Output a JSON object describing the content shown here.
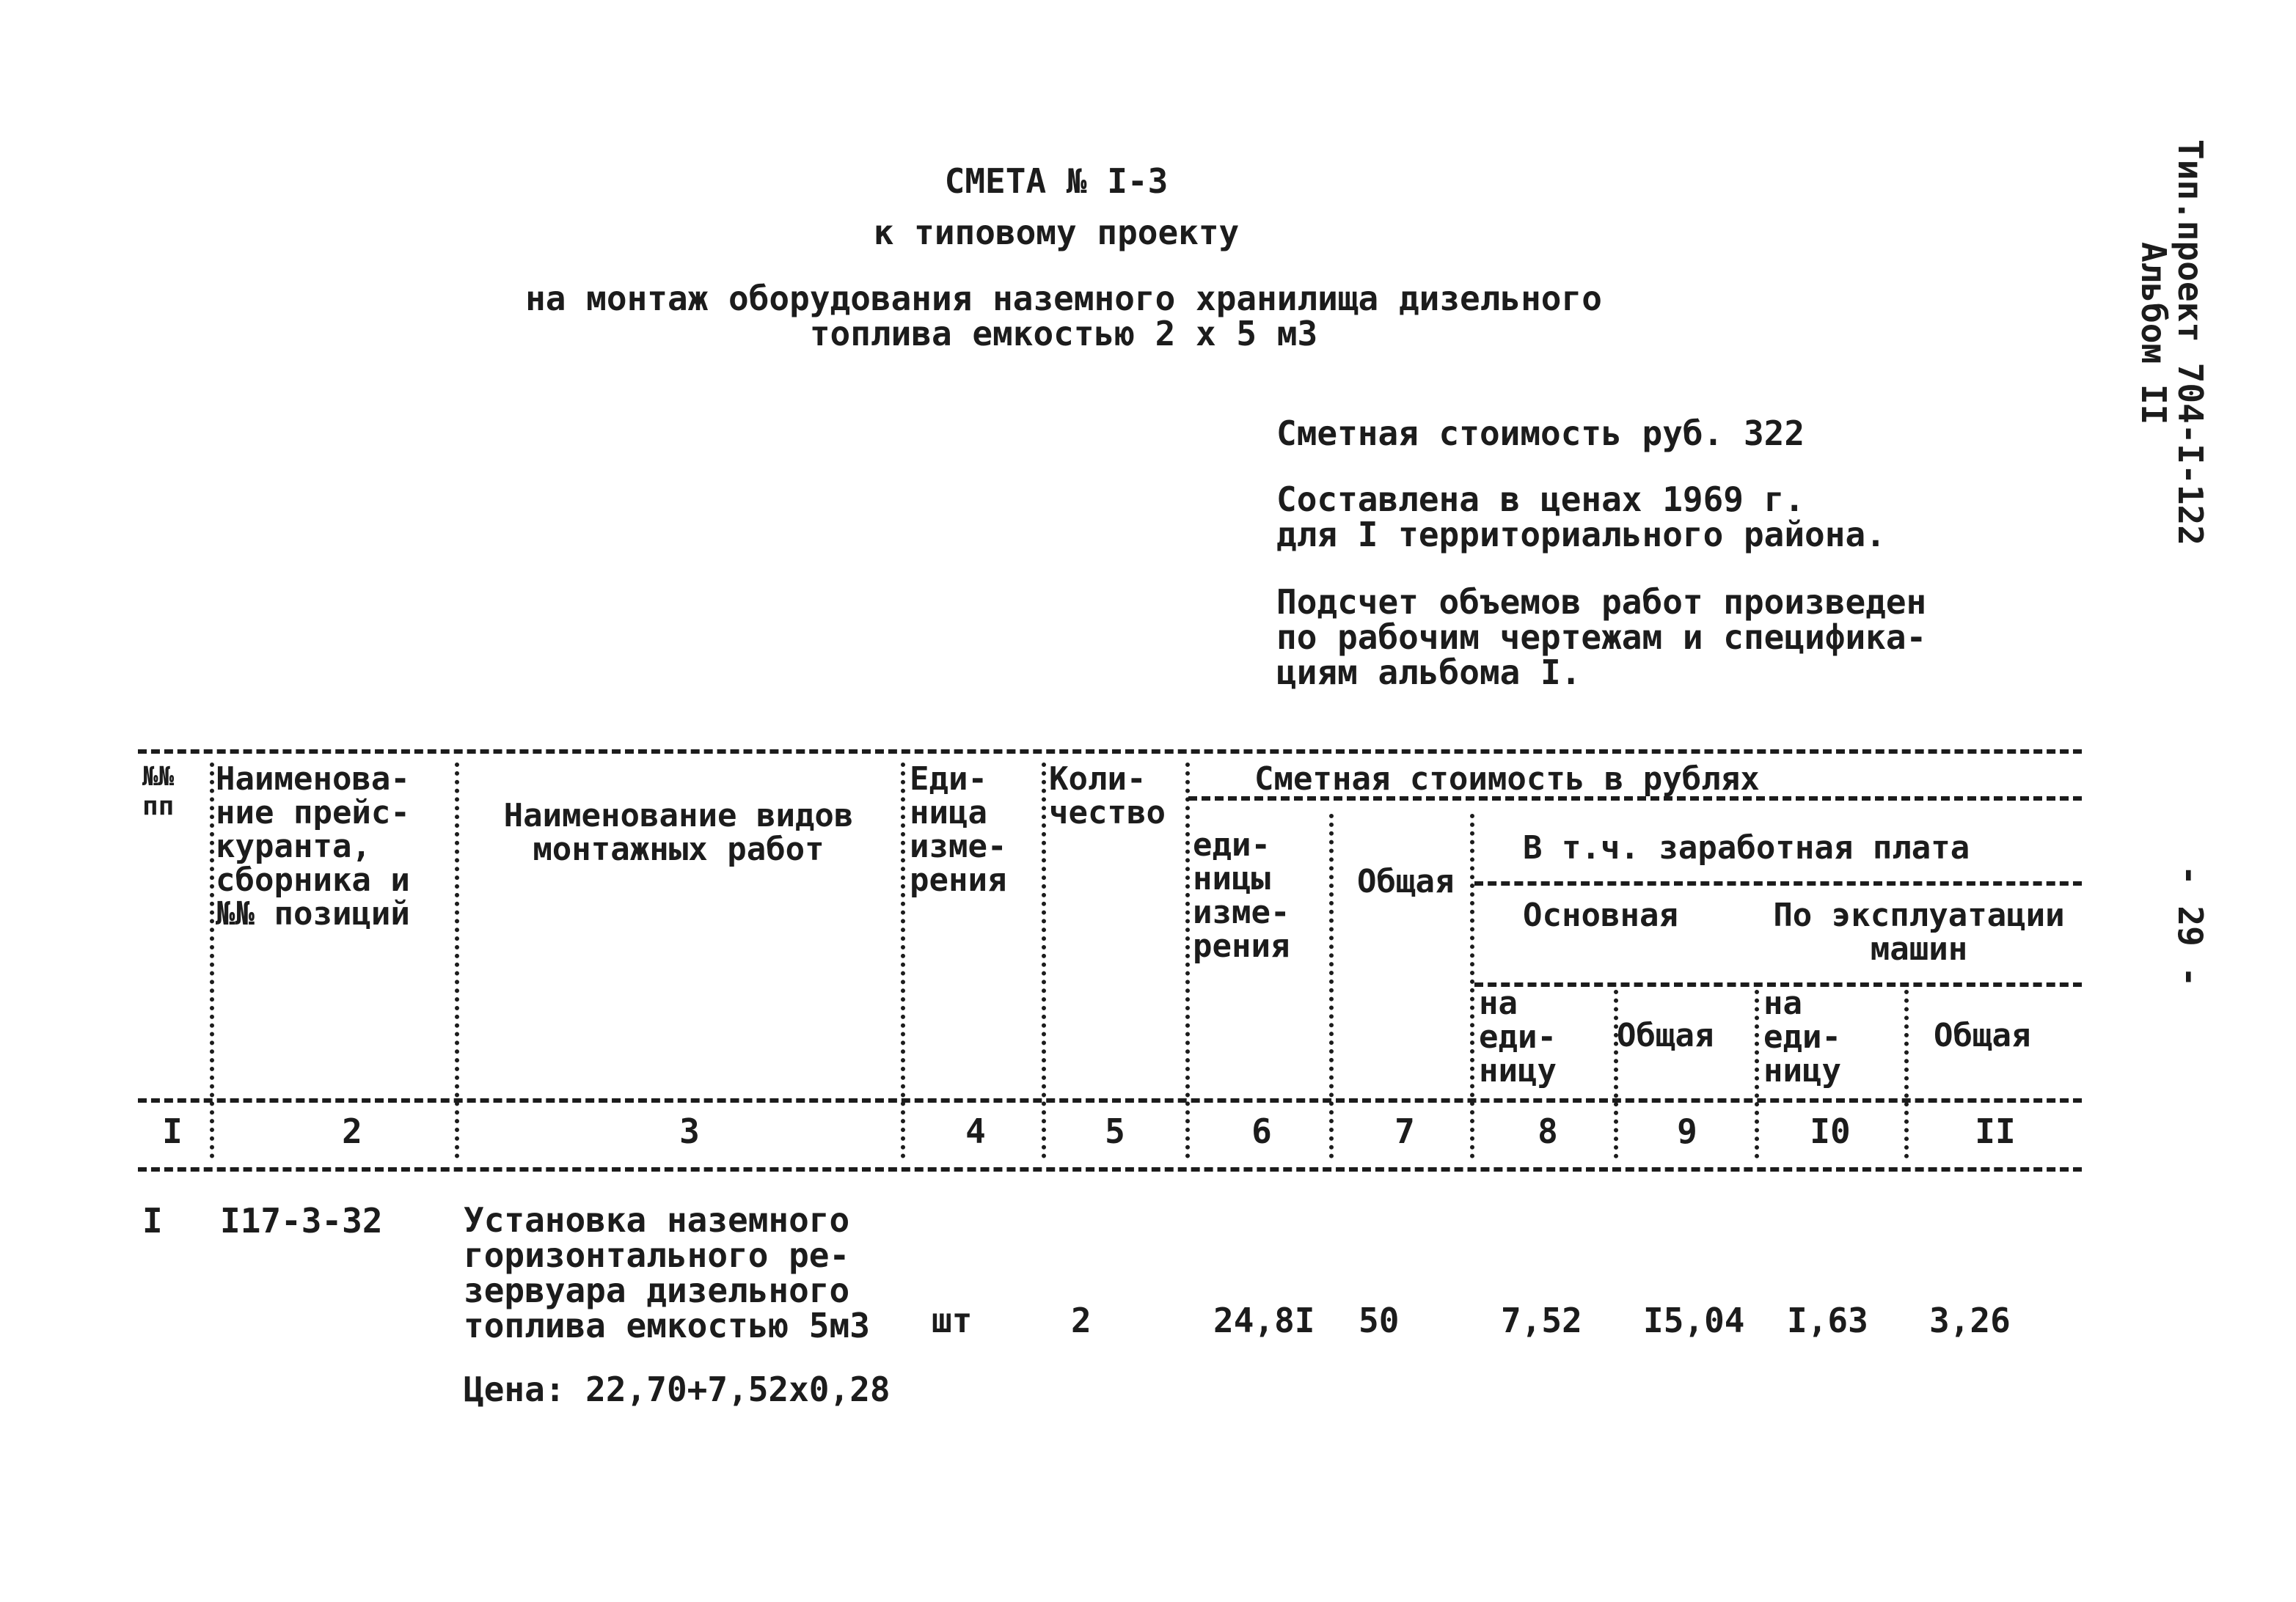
{
  "header": {
    "title": "СМЕТА № I-3",
    "subtitle": "к типовому проекту",
    "description_line1": "на монтаж оборудования наземного хранилища дизельного",
    "description_line2": "топлива емкостью 2 х 5 м3"
  },
  "info": {
    "cost_line": "Сметная стоимость руб. 322",
    "prices_line1": "Составлена в ценах 1969 г.",
    "prices_line2": "для I территориального района.",
    "calc_line1": "Подсчет объемов работ произведен",
    "calc_line2": "по рабочим чертежам и специфика-",
    "calc_line3": "циям альбома I."
  },
  "side": {
    "project_line1": "Тип.проект 704-I-122",
    "project_line2": "Альбом II",
    "page_number": "- 29 -"
  },
  "table_header": {
    "col1": "№№\nпп",
    "col2": "Наименова-\nние прейс-\nкуранта,\nсборника и\n№№ позиций",
    "col3": "Наименование видов\nмонтажных работ",
    "col4": "Еди-\nница\nизме-\nрения",
    "col5": "Коли-\nчество",
    "cost_group": "Сметная стоимость в рублях",
    "col6": "еди-\nницы\nизме-\nрения",
    "col7": "Общая",
    "wage_group": "В т.ч. заработная плата",
    "basic_group": "Основная",
    "machine_group": "По эксплуатации\nмашин",
    "col8": "на\nеди-\nницу",
    "col9": "Общая",
    "col10": "на\nеди-\nницу",
    "col11": "Общая"
  },
  "column_numbers": [
    "I",
    "2",
    "3",
    "4",
    "5",
    "6",
    "7",
    "8",
    "9",
    "I0",
    "II"
  ],
  "rows": [
    {
      "num": "I",
      "code": "I17-3-32",
      "work": "Установка наземного\nгоризонтального ре-\nзервуара дизельного\nтоплива емкостью 5м3",
      "unit": "шт",
      "qty": "2",
      "unit_cost": "24,8I",
      "total": "50",
      "basic_unit": "7,52",
      "basic_total": "I5,04",
      "mach_unit": "I,63",
      "mach_total": "3,26"
    }
  ],
  "price_note": "Цена: 22,70+7,52х0,28"
}
